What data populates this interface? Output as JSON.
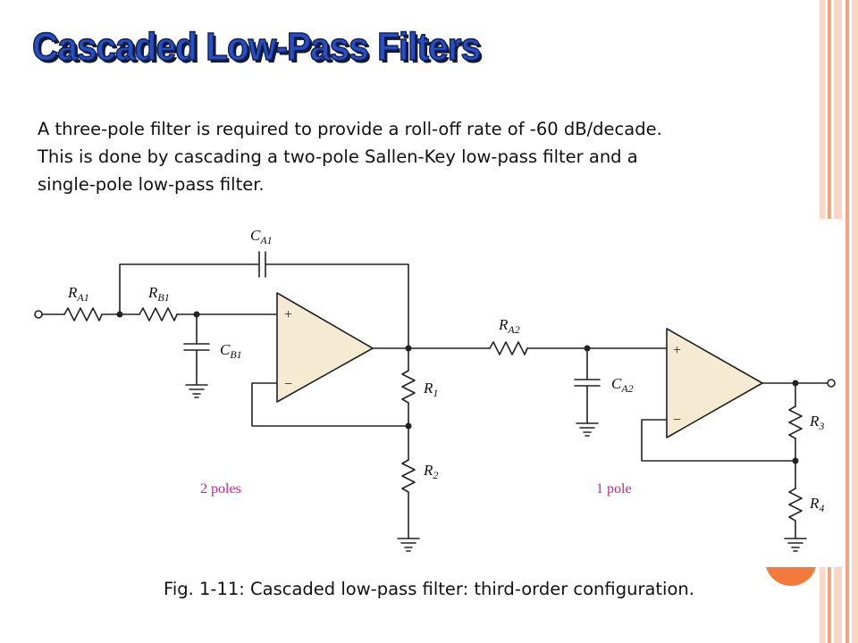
{
  "slide": {
    "title": "Cascaded Low-Pass Filters",
    "body": "A three-pole filter is required to provide a roll-off rate of -60 dB/decade.\nThis is done by cascading a two-pole Sallen-Key low-pass filter and a\nsingle-pole low-pass filter.",
    "caption": "Fig. 1-11: Cascaded low-pass filter: third-order configuration."
  },
  "colors": {
    "stripe_dark": "#f4a37e",
    "stripe_light": "#fbd6c4",
    "accent_circle": "#f47a3c",
    "component_fill": "#f5ead2",
    "pole_label": "#d6218a",
    "title_fill": "#2a4fbd"
  },
  "circuit": {
    "components": {
      "RA1": {
        "name": "R",
        "sub": "A1"
      },
      "RB1": {
        "name": "R",
        "sub": "B1"
      },
      "CA1": {
        "name": "C",
        "sub": "A1"
      },
      "CB1": {
        "name": "C",
        "sub": "B1"
      },
      "R1": {
        "name": "R",
        "sub": "1"
      },
      "R2": {
        "name": "R",
        "sub": "2"
      },
      "RA2": {
        "name": "R",
        "sub": "A2"
      },
      "CA2": {
        "name": "C",
        "sub": "A2"
      },
      "R3": {
        "name": "R",
        "sub": "3"
      },
      "R4": {
        "name": "R",
        "sub": "4"
      }
    },
    "opamp": {
      "plus": "+",
      "minus": "−"
    },
    "stage1_label": "2 poles",
    "stage2_label": "1 pole"
  }
}
